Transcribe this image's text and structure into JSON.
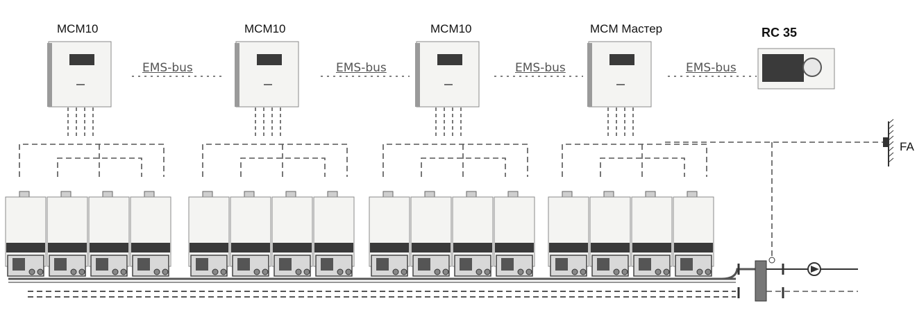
{
  "modules": [
    {
      "label": "MCM10"
    },
    {
      "label": "MCM10"
    },
    {
      "label": "MCM10"
    },
    {
      "label": "MCM Мастер"
    }
  ],
  "controller": {
    "label": "RC 35"
  },
  "bus_labels": [
    "EMS-bus",
    "EMS-bus",
    "EMS-bus",
    "EMS-bus"
  ],
  "sensor": {
    "label": "FA"
  },
  "colors": {
    "line": "#555555",
    "device_fill": "#f4f4f2",
    "device_stroke": "#8a8a8a",
    "panel_dark": "#3a3a3a"
  }
}
